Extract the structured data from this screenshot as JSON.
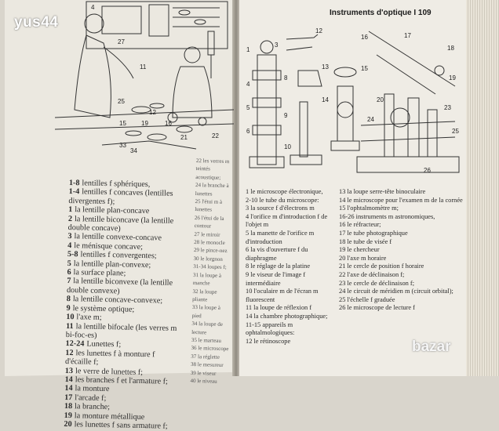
{
  "watermark": "yus44",
  "header": "Instruments d'optique I 109",
  "logo": "bazar",
  "left_col1": [
    {
      "num": "1-8",
      "text": "lentilles f sphériques,"
    },
    {
      "num": "1-4",
      "text": "lentilles f concaves (lentilles divergentes f);"
    },
    {
      "num": "1",
      "text": "la lentille plan-concave"
    },
    {
      "num": "2",
      "text": "la lentille biconcave (la lentille double concave)"
    },
    {
      "num": "3",
      "text": "la lentille convexe-concave"
    },
    {
      "num": "4",
      "text": "le ménisque concave;"
    },
    {
      "num": "5-8",
      "text": "lentilles f convergentes;"
    },
    {
      "num": "5",
      "text": "la lentille plan-convexe;"
    },
    {
      "num": "6",
      "text": "la surface plane;"
    },
    {
      "num": "7",
      "text": "la lentille biconvexe (la lentille double convexe)"
    },
    {
      "num": "8",
      "text": "la lentille concave-convexe;"
    },
    {
      "num": "9",
      "text": "le système optique;"
    },
    {
      "num": "10",
      "text": "l'axe m;"
    },
    {
      "num": "11",
      "text": "la lentille bifocale (les verres m bi-foc-es)"
    },
    {
      "num": "12-24",
      "text": "Lunettes f;"
    },
    {
      "num": "12",
      "text": "les lunettes f à monture f d'écaille f;"
    },
    {
      "num": "13",
      "text": "le verre de lunettes f;"
    },
    {
      "num": "14",
      "text": "les branches f et l'armature f;"
    },
    {
      "num": "14",
      "text": "la monture"
    },
    {
      "num": "17",
      "text": "l'arcade f;"
    },
    {
      "num": "18",
      "text": "la branche;"
    },
    {
      "num": "19",
      "text": "la monture métallique"
    },
    {
      "num": "20",
      "text": "les lunettes f sans armature f;"
    }
  ],
  "left_col2": [
    "22 les verres m teintés",
    "acoustique;",
    "24 la branche à lunettes",
    "25 l'étui m à lunettes",
    "26 l'étui de la contour",
    "27 le miroir",
    "28 le monocle",
    "29 le pince-nez",
    "30 le lorgnon",
    "31-34 loupes f;",
    "31 la loupe à manche",
    "32 la loupe pliante",
    "33 la loupe à pied",
    "34 la loupe de lecture",
    "35 le marteau",
    "36 le microscope",
    "37 la réglette",
    "38 le mesureur",
    "39 le viseur",
    "40 le niveau"
  ],
  "right_col1": [
    "1 le microscope électronique,",
    "2-10 le tube du microscope:",
    "3 la source f d'électrons m",
    "4 l'orifice m d'introduction f de l'objet m",
    "5 la manette de l'orifice m d'introduction",
    "6 la vis d'ouverture f du diaphragme",
    "8 le réglage de la platine",
    "9 le viseur de l'image f intermédiaire",
    "10 l'oculaire m de l'écran m fluorescent",
    "11 la loupe de réflexion f",
    "14 la chambre photographique;",
    "11-15 appareils m ophtalmologiques:",
    "12 le rétinoscope"
  ],
  "right_col2": [
    "13 la loupe serre-tête binoculaire",
    "14 le microscope pour l'examen m de la cornée",
    "15 l'ophtalmomètre m;",
    "16-26 instruments m astronomiques,",
    "16 le réfracteur;",
    "17 le tube photographique",
    "18 le tube de visée f",
    "19 le chercheur",
    "20 l'axe m horaire",
    "21 le cercle de position f horaire",
    "22 l'axe de déclinaison f;",
    "23 le cercle de déclinaison f;",
    "24 le circuit de méridien m (circuit orbital);",
    "25 l'échelle f graduée",
    "26 le microscope de lecture f"
  ],
  "illus_left_labels": [
    "4",
    "27",
    "11",
    "12",
    "25",
    "15",
    "19",
    "16",
    "21",
    "22",
    "33",
    "34"
  ],
  "illus_right_labels": [
    "1",
    "4",
    "5",
    "6",
    "3",
    "8",
    "9",
    "10",
    "12",
    "13",
    "14",
    "15",
    "16",
    "17",
    "18",
    "19",
    "20",
    "23",
    "24",
    "25",
    "26"
  ]
}
